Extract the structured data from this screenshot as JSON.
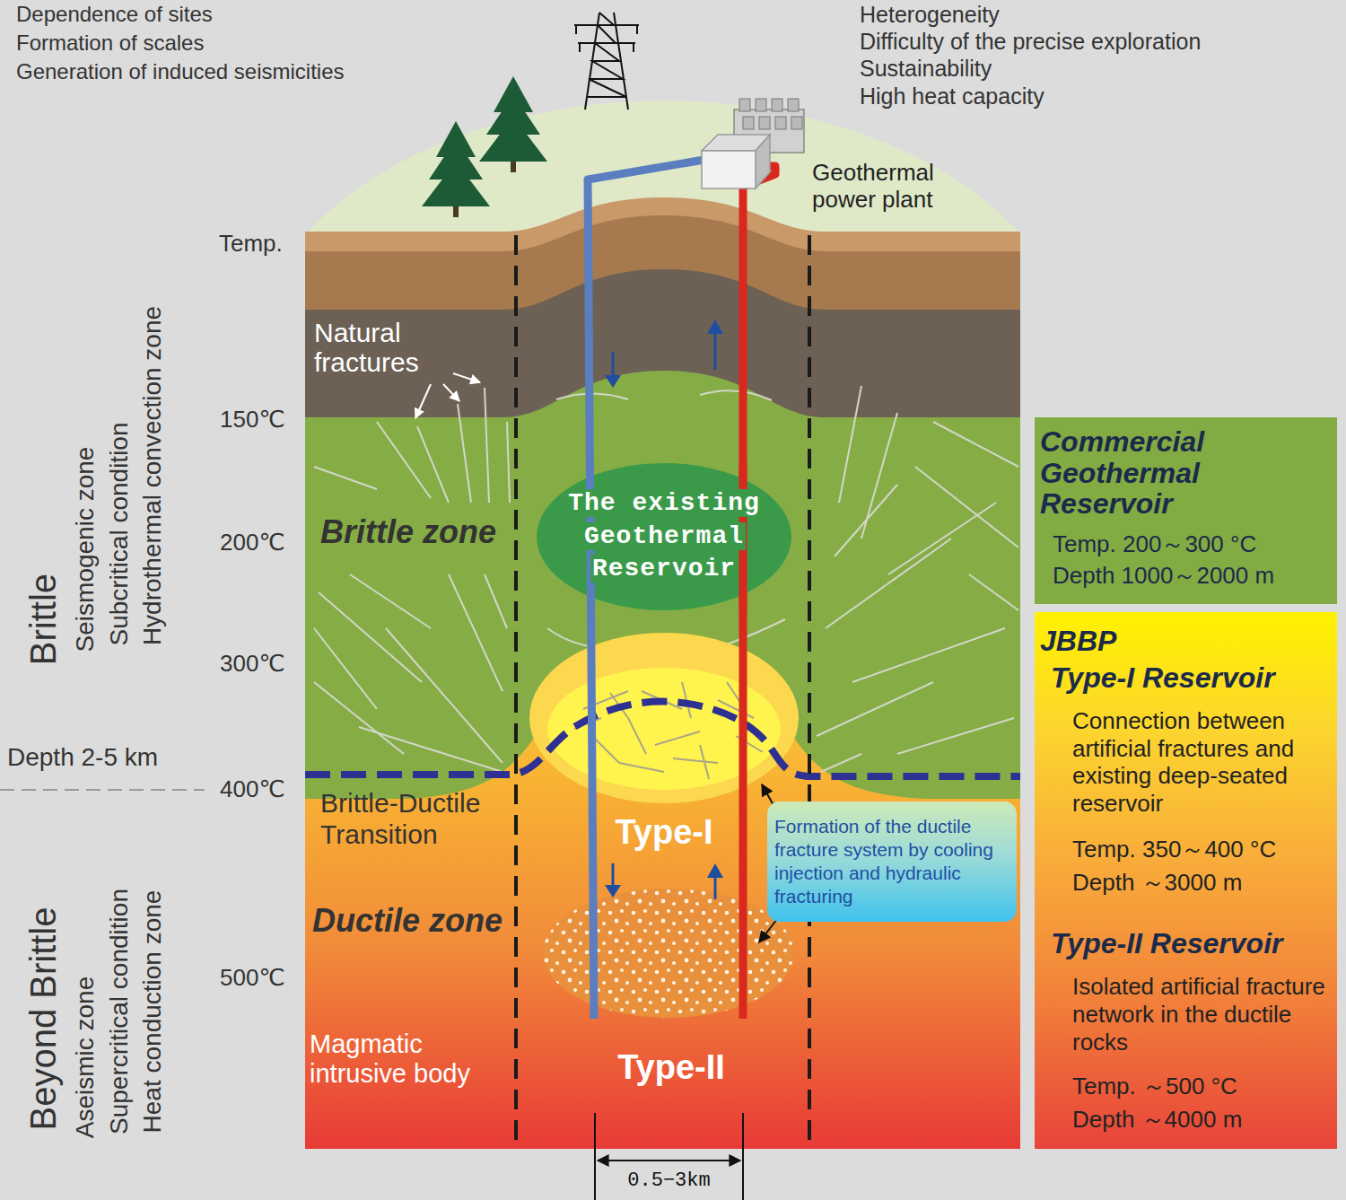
{
  "diagram": {
    "nodes": [
      {
        "text": [
          "Commercial Geothermal Reservoir",
          "Temp. 200～300 °C",
          "Depth 1000～2000 m"
        ]
      },
      {
        "text": [
          "The existing Geothermal Reservoir"
        ]
      },
      {
        "text": [
          "JBBP",
          "Type-I Reservoir",
          "Connection between artificial fractures and existing deep-seated reservoir",
          "Temp. 350～400 °C",
          "Depth ～3000 m",
          "Type-II Reservoir",
          "Isolated artificial fracture network in the ductile rocks",
          "Temp. ～500 °C",
          "Depth ～4000 m"
        ]
      },
      {
        "text": [
          "Formation of the ductile fracture system by cooling injection and hydraulic fracturing"
        ]
      }
    ],
    "labels": [
      "Dependence of sites",
      "Formation of scales",
      "Generation of induced seismicities",
      "Heterogeneity",
      "Difficulty of the precise exploration",
      "Sustainability",
      "High heat capacity",
      "Geothermal power plant",
      "Temp.",
      "Brittle",
      "Seismogenic zone",
      "Subcritical condition",
      "Hydrothermal convection zone",
      "Natural fractures",
      "150℃",
      "Brittle zone",
      "200℃",
      "300℃",
      "Depth 2-5 km",
      "400℃",
      "Brittle-Ductile Transition",
      "Type-I",
      "Beyond Brittle",
      "Aseismic zone",
      "Supercritical condition",
      "Heat conduction zone",
      "Ductile zone",
      "500℃",
      "Magmatic intrusive body",
      "Type-II",
      "0.5−3km"
    ]
  }
}
